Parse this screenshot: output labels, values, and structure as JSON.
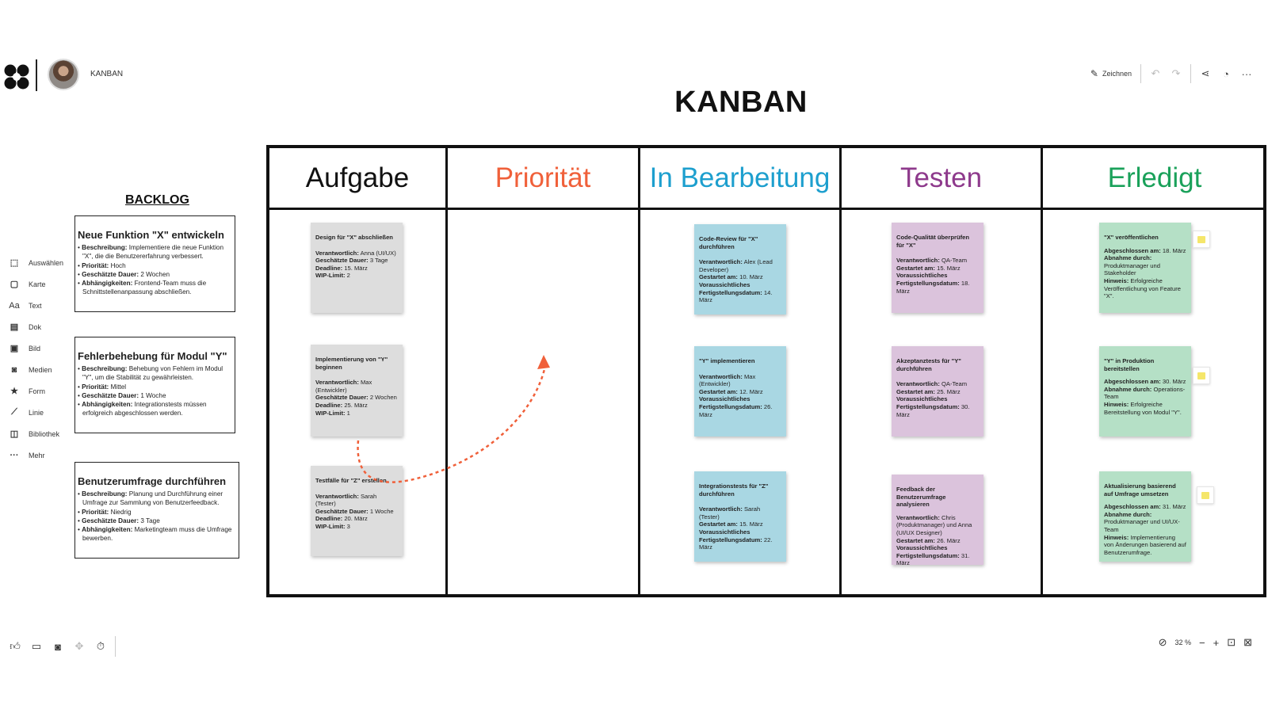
{
  "header": {
    "board_name": "KANBAN",
    "draw_label": "Zeichnen"
  },
  "title": "KANBAN",
  "toolbar": {
    "items": [
      {
        "label": "Auswählen",
        "icon": "select-icon"
      },
      {
        "label": "Karte",
        "icon": "card-icon"
      },
      {
        "label": "Text",
        "icon": "text-icon"
      },
      {
        "label": "Dok",
        "icon": "doc-icon"
      },
      {
        "label": "Bild",
        "icon": "image-icon"
      },
      {
        "label": "Medien",
        "icon": "media-icon"
      },
      {
        "label": "Form",
        "icon": "shape-star-icon"
      },
      {
        "label": "Linie",
        "icon": "line-icon"
      },
      {
        "label": "Bibliothek",
        "icon": "library-icon"
      },
      {
        "label": "Mehr",
        "icon": "more-icon"
      }
    ]
  },
  "backlog": {
    "title": "BACKLOG",
    "cards": [
      {
        "title": "Neue Funktion \"X\" entwickeln",
        "desc_label": "Beschreibung:",
        "desc": "Implementiere die neue Funktion \"X\", die die Benutzererfahrung verbessert.",
        "prio_label": "Priorität:",
        "prio": "Hoch",
        "dur_label": "Geschätzte Dauer:",
        "dur": "2 Wochen",
        "dep_label": "Abhängigkeiten:",
        "dep": "Frontend-Team muss die Schnittstellenanpassung abschließen."
      },
      {
        "title": "Fehlerbehebung für Modul \"Y\"",
        "desc_label": "Beschreibung:",
        "desc": "Behebung von Fehlern im Modul \"Y\", um die Stabilität zu gewährleisten.",
        "prio_label": "Priorität:",
        "prio": "Mittel",
        "dur_label": "Geschätzte Dauer:",
        "dur": "1 Woche",
        "dep_label": "Abhängigkeiten:",
        "dep": "Integrationstests müssen erfolgreich abgeschlossen werden."
      },
      {
        "title": "Benutzerumfrage durchführen",
        "desc_label": "Beschreibung:",
        "desc": "Planung und Durchführung einer Umfrage zur Sammlung von Benutzerfeedback.",
        "prio_label": "Priorität:",
        "prio": "Niedrig",
        "dur_label": "Geschätzte Dauer:",
        "dur": "3 Tage",
        "dep_label": "Abhängigkeiten:",
        "dep": "Marketingteam muss die Umfrage bewerben."
      }
    ]
  },
  "columns": [
    {
      "label": "Aufgabe",
      "color": "#111111"
    },
    {
      "label": "Priorität",
      "color": "#f0603a"
    },
    {
      "label": "In Bearbeitung",
      "color": "#1d9fce"
    },
    {
      "label": "Testen",
      "color": "#8e3a8c"
    },
    {
      "label": "Erledigt",
      "color": "#1aa15a"
    }
  ],
  "notes": {
    "aufgabe": [
      {
        "title": "Design für \"X\" abschließen",
        "l1": "Verantwortlich:",
        "v1": "Anna (UI/UX)",
        "l2": "Geschätzte Dauer:",
        "v2": "3 Tage",
        "l3": "Deadline:",
        "v3": "15. März",
        "l4": "WIP-Limit:",
        "v4": "2"
      },
      {
        "title": "Implementierung von \"Y\" beginnen",
        "l1": "Verantwortlich:",
        "v1": "Max (Entwickler)",
        "l2": "Geschätzte Dauer:",
        "v2": "2 Wochen",
        "l3": "Deadline:",
        "v3": "25. März",
        "l4": "WIP-Limit:",
        "v4": "1"
      },
      {
        "title": "Testfälle für \"Z\" erstellen",
        "l1": "Verantwortlich:",
        "v1": "Sarah (Tester)",
        "l2": "Geschätzte Dauer:",
        "v2": "1 Woche",
        "l3": "Deadline:",
        "v3": "20. März",
        "l4": "WIP-Limit:",
        "v4": "3"
      }
    ],
    "bearbeitung": [
      {
        "title": "Code-Review für \"X\" durchführen",
        "l1": "Verantwortlich:",
        "v1": "Alex (Lead Developer)",
        "l2": "Gestartet am:",
        "v2": "10. März",
        "l3": "Voraussichtliches Fertigstellungsdatum:",
        "v3": "14. März"
      },
      {
        "title": "\"Y\" implementieren",
        "l1": "Verantwortlich:",
        "v1": "Max (Entwickler)",
        "l2": "Gestartet am:",
        "v2": "12. März",
        "l3": "Voraussichtliches Fertigstellungsdatum:",
        "v3": "26. März"
      },
      {
        "title": "Integrationstests für \"Z\" durchführen",
        "l1": "Verantwortlich:",
        "v1": "Sarah (Tester)",
        "l2": "Gestartet am:",
        "v2": "15. März",
        "l3": "Voraussichtliches Fertigstellungsdatum:",
        "v3": "22. März"
      }
    ],
    "testen": [
      {
        "title": "Code-Qualität überprüfen für \"X\"",
        "l1": "Verantwortlich:",
        "v1": "QA-Team",
        "l2": "Gestartet am:",
        "v2": "15. März",
        "l3": "Voraussichtliches Fertigstellungsdatum:",
        "v3": "18. März"
      },
      {
        "title": "Akzeptanztests für \"Y\" durchführen",
        "l1": "Verantwortlich:",
        "v1": "QA-Team",
        "l2": "Gestartet am:",
        "v2": "25. März",
        "l3": "Voraussichtliches Fertigstellungsdatum:",
        "v3": "30. März"
      },
      {
        "title": "Feedback der Benutzerumfrage analysieren",
        "l1": "Verantwortlich:",
        "v1": "Chris (Produktmanager) und Anna (UI/UX Designer)",
        "l2": "Gestartet am:",
        "v2": "26. März",
        "l3": "Voraussichtliches Fertigstellungsdatum:",
        "v3": "31. März"
      }
    ],
    "erledigt": [
      {
        "title": "\"X\" veröffentlichen",
        "l1": "Abgeschlossen am:",
        "v1": "18. März",
        "l2": "Abnahme durch:",
        "v2": "Produktmanager und Stakeholder",
        "l3": "Hinweis:",
        "v3": "Erfolgreiche Veröffentlichung von Feature \"X\"."
      },
      {
        "title": "\"Y\" in Produktion bereitstellen",
        "l1": "Abgeschlossen am:",
        "v1": "30. März",
        "l2": "Abnahme durch:",
        "v2": "Operations-Team",
        "l3": "Hinweis:",
        "v3": "Erfolgreiche Bereitstellung von Modul \"Y\"."
      },
      {
        "title": "Aktualisierung basierend auf Umfrage umsetzen",
        "l1": "Abgeschlossen am:",
        "v1": "31. März",
        "l2": "Abnahme durch:",
        "v2": "Produktmanager und UI/UX-Team",
        "l3": "Hinweis:",
        "v3": "Implementierung von Änderungen basierend auf Benutzerumfrage."
      }
    ]
  },
  "footer": {
    "zoom": "32 %"
  },
  "colors": {
    "note_gray": "#dddddd",
    "note_blue": "#a9d7e3",
    "note_purple": "#dbc3dc",
    "note_green": "#b5e0c6",
    "arrow": "#f0603a"
  }
}
